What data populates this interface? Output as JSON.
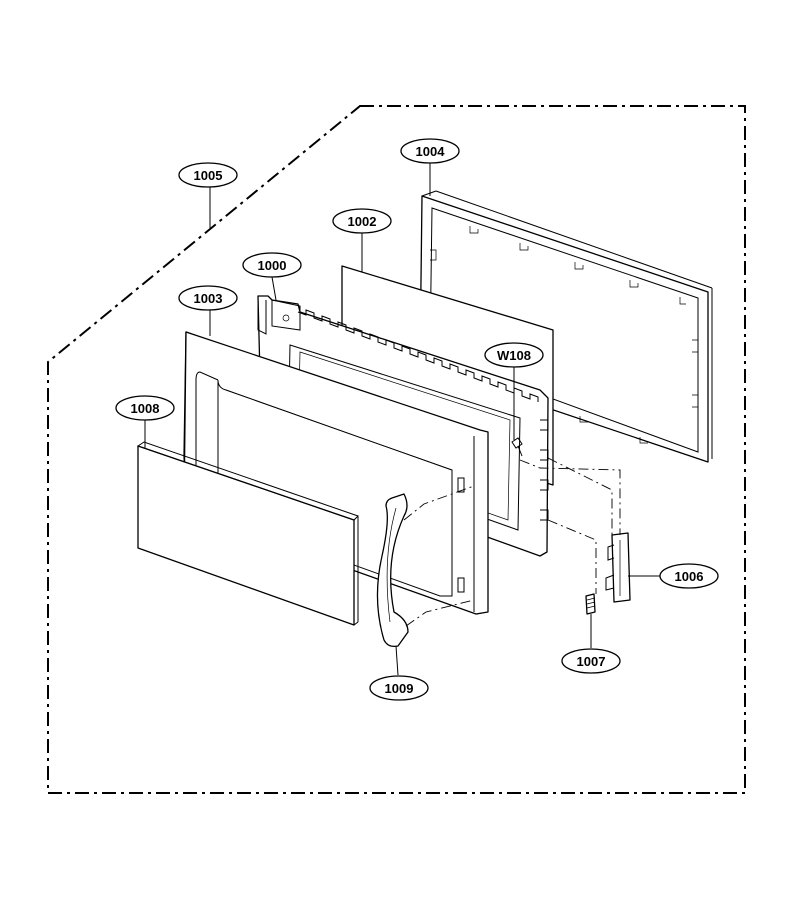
{
  "diagram": {
    "line_color": "#000000",
    "background": "#ffffff",
    "callouts": [
      {
        "id": "c1004",
        "label": "1004"
      },
      {
        "id": "c1005",
        "label": "1005"
      },
      {
        "id": "c1002",
        "label": "1002"
      },
      {
        "id": "c1000",
        "label": "1000"
      },
      {
        "id": "c1003",
        "label": "1003"
      },
      {
        "id": "cW108",
        "label": "W108"
      },
      {
        "id": "c1008",
        "label": "1008"
      },
      {
        "id": "c1006",
        "label": "1006"
      },
      {
        "id": "c1007",
        "label": "1007"
      },
      {
        "id": "c1009",
        "label": "1009"
      }
    ]
  }
}
